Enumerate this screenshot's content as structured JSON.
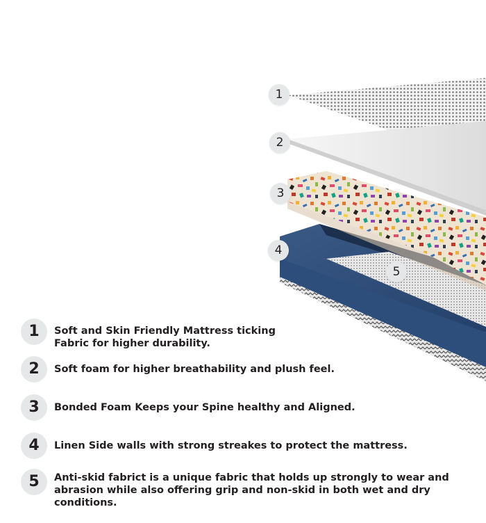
{
  "layers": [
    {
      "number": "1",
      "name": "mesh-ticking-layer",
      "color": "#d9d9d9"
    },
    {
      "number": "2",
      "name": "soft-foam-layer",
      "color": "#e9e9e9"
    },
    {
      "number": "3",
      "name": "bonded-foam-layer",
      "color": "#e8d9c4"
    },
    {
      "number": "4",
      "name": "linen-side-wall",
      "color": "#2f4c74"
    },
    {
      "number": "5",
      "name": "anti-skid-base",
      "color": "#bdbdbd"
    }
  ],
  "legend": [
    {
      "number": "1",
      "text": "Soft and Skin Friendly Mattress ticking\nFabric for higher durability."
    },
    {
      "number": "2",
      "text": "Soft foam for higher breathability and plush feel."
    },
    {
      "number": "3",
      "text": "Bonded Foam Keeps your Spine healthy and Aligned."
    },
    {
      "number": "4",
      "text": "Linen Side walls with strong streakes to protect the mattress."
    },
    {
      "number": "5",
      "text": "Anti-skid fabrict is a unique fabric that holds up strongly to wear and\nabrasion while also offering grip and non-skid in both wet and dry conditions."
    }
  ]
}
